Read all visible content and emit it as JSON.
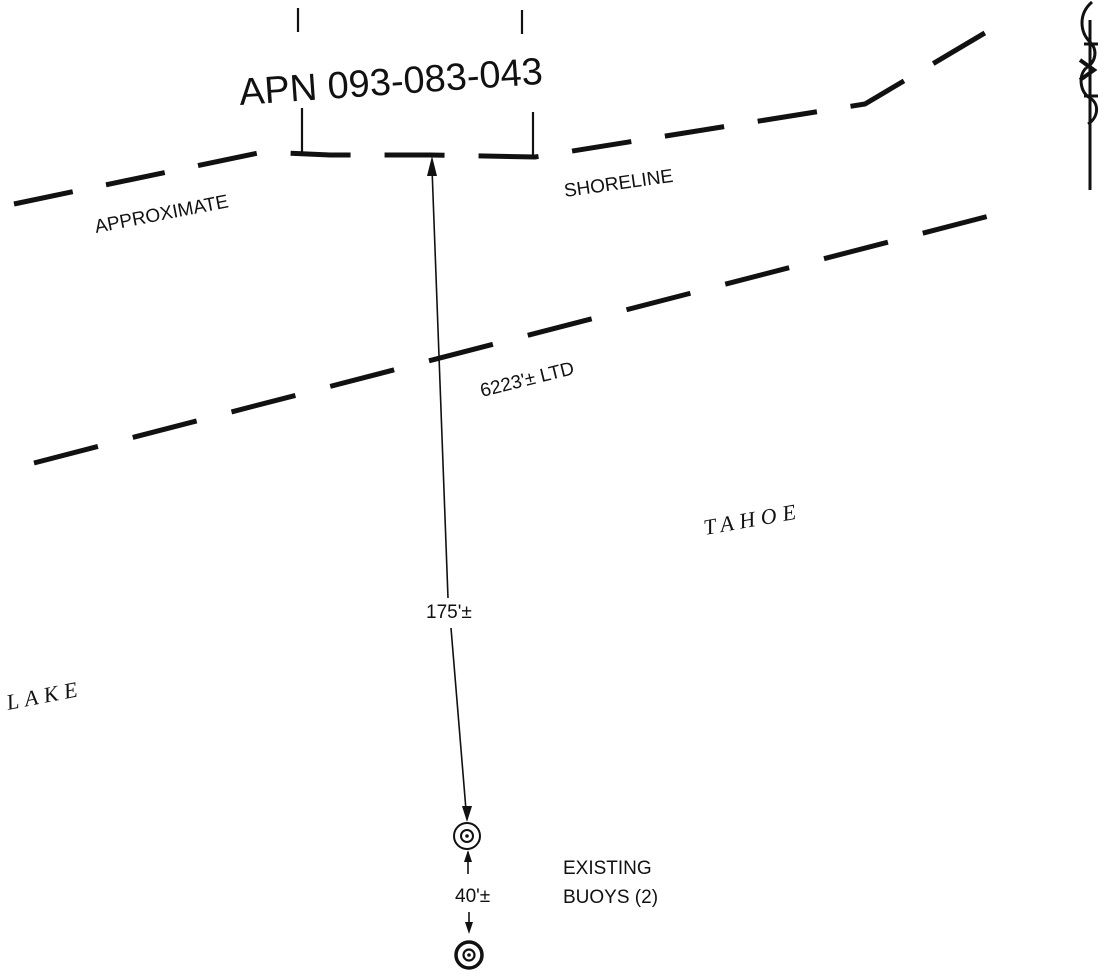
{
  "parcel_label": "APN 093-083-043",
  "shoreline_labels": {
    "left": "APPROXIMATE",
    "right": "SHORELINE"
  },
  "contour_label": "6223'± LTD",
  "lake_name": {
    "first": "LAKE",
    "second": "TAHOE"
  },
  "dimensions": {
    "shore_to_buoy": "175'±",
    "buoy_spacing": "40'±"
  },
  "buoy_note": {
    "line1": "EXISTING",
    "line2": "BUOYS (2)"
  },
  "colors": {
    "ink": "#111111",
    "background": "#ffffff"
  },
  "icons": [
    "north-arrow-icon",
    "buoy-icon"
  ]
}
